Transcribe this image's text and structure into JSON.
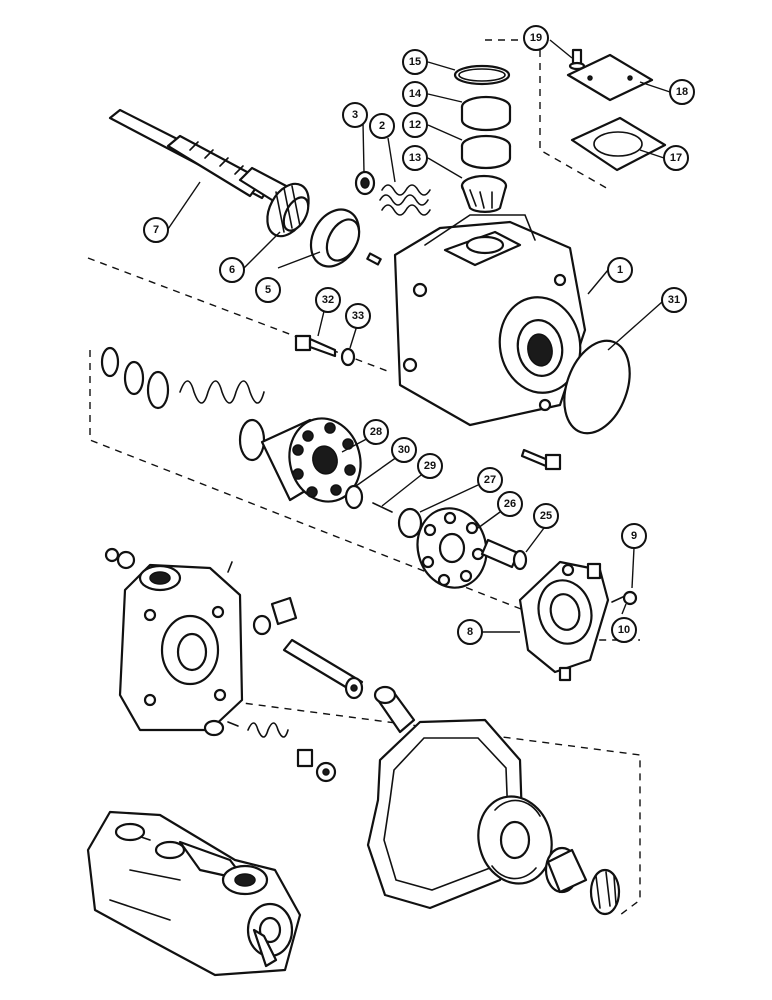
{
  "callouts": [
    {
      "id": "c1",
      "label": "1"
    },
    {
      "id": "c2",
      "label": "2"
    },
    {
      "id": "c3",
      "label": "3"
    },
    {
      "id": "c5",
      "label": "5"
    },
    {
      "id": "c6",
      "label": "6"
    },
    {
      "id": "c7",
      "label": "7"
    },
    {
      "id": "c8",
      "label": "8"
    },
    {
      "id": "c9",
      "label": "9"
    },
    {
      "id": "c10",
      "label": "10"
    },
    {
      "id": "c12",
      "label": "12"
    },
    {
      "id": "c13",
      "label": "13"
    },
    {
      "id": "c14",
      "label": "14"
    },
    {
      "id": "c15",
      "label": "15"
    },
    {
      "id": "c17",
      "label": "17"
    },
    {
      "id": "c18",
      "label": "18"
    },
    {
      "id": "c19",
      "label": "19"
    },
    {
      "id": "c25",
      "label": "25"
    },
    {
      "id": "c26",
      "label": "26"
    },
    {
      "id": "c27",
      "label": "27"
    },
    {
      "id": "c28",
      "label": "28"
    },
    {
      "id": "c29",
      "label": "29"
    },
    {
      "id": "c30",
      "label": "30"
    },
    {
      "id": "c31",
      "label": "31"
    },
    {
      "id": "c32",
      "label": "32"
    },
    {
      "id": "c33",
      "label": "33"
    }
  ],
  "colors": {
    "ink": "#111111",
    "paper": "#ffffff"
  }
}
